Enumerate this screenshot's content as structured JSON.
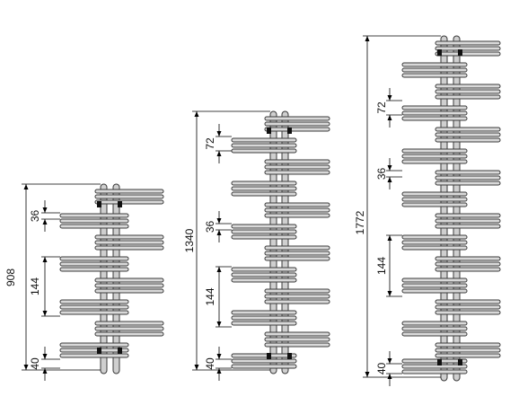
{
  "radiators": [
    {
      "id": "small",
      "height_label": "908",
      "gap_labels": [
        "36",
        "144",
        "40"
      ],
      "unit": "mm"
    },
    {
      "id": "medium",
      "height_label": "1340",
      "gap_labels": [
        "72",
        "36",
        "144",
        "40"
      ],
      "unit": "mm"
    },
    {
      "id": "large",
      "height_label": "1772",
      "gap_labels": [
        "72",
        "36",
        "144",
        "40"
      ],
      "unit": "mm"
    }
  ],
  "colors": {
    "bar_fill": "#d9d9d9",
    "outline": "#3a3a3a",
    "valve": "#111111"
  },
  "icons": {
    "valve": "square-valve-icon",
    "dimension": "arrow-icon"
  }
}
